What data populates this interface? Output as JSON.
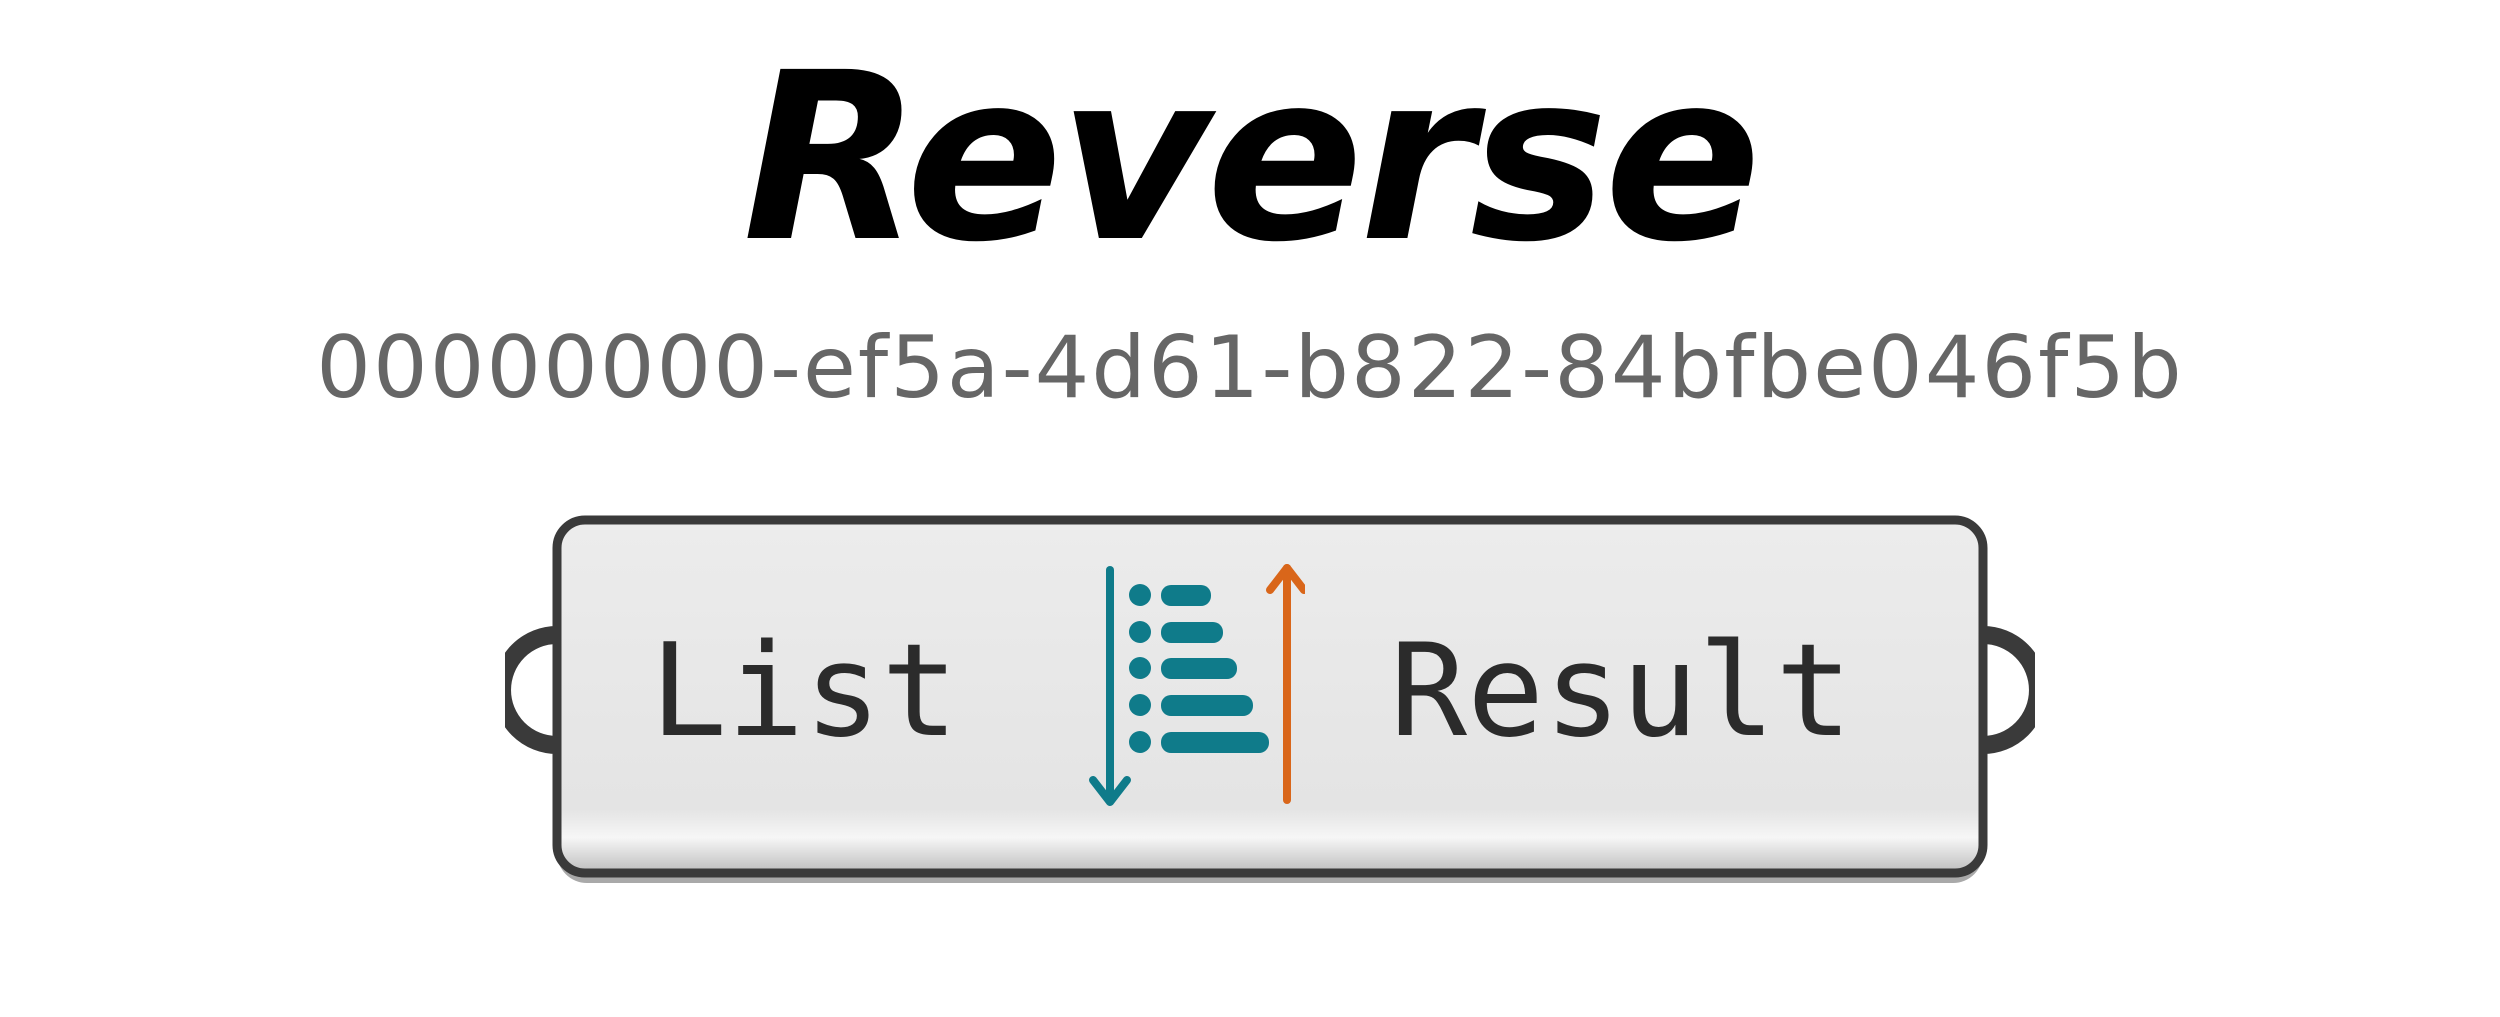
{
  "component": {
    "name": "Reverse",
    "guid": "00000000-ef5a-4d61-b822-84bfbe046f5b",
    "input_label": "List",
    "output_label": "Result",
    "icon": "reverse-list-icon"
  },
  "colors": {
    "teal": "#0f7b8a",
    "orange": "#d9661a",
    "body_fill": "#e6e6e6",
    "outline": "#3a3a3a"
  }
}
